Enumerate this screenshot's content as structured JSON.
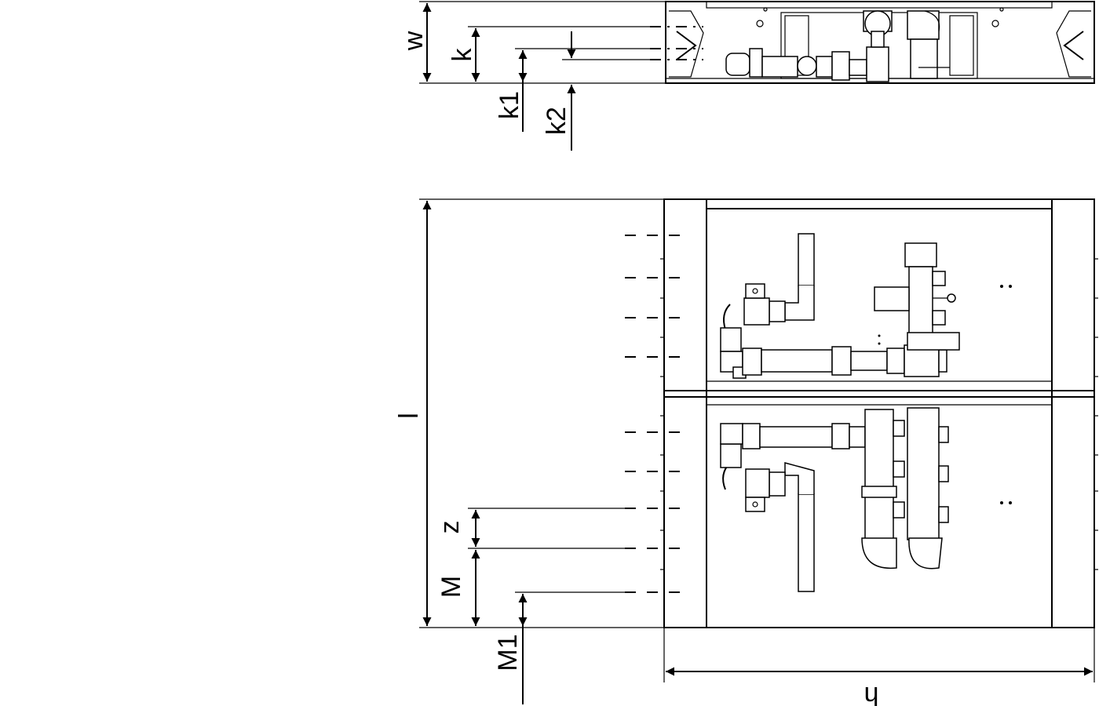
{
  "labels": {
    "w": "w",
    "k": "k",
    "k1": "k1",
    "k2": "k2",
    "l": "l",
    "z": "z",
    "M": "M",
    "M1": "M1",
    "h": "h"
  }
}
